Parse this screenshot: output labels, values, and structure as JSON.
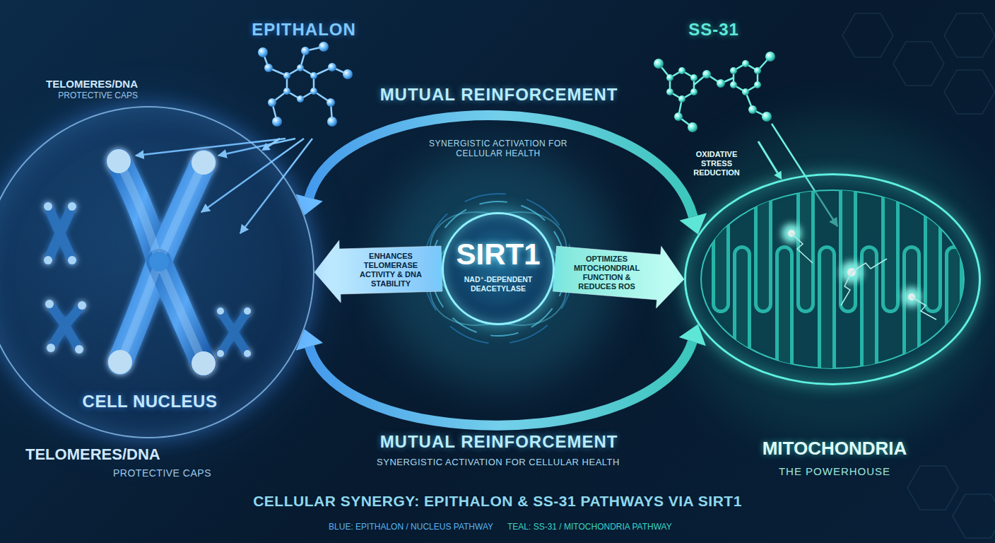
{
  "diagram": {
    "title": "CELLULAR SYNERGY: EPITHALON & SS-31 PATHWAYS VIA SIRT1",
    "nodes": [
      {
        "text": [
          "CELL NUCLEUS"
        ]
      },
      {
        "text": [
          "EPITHALON"
        ]
      },
      {
        "text": [
          "SIRT1",
          "NAD⁺-DEPENDENT DEACETYLASE"
        ]
      },
      {
        "text": [
          "SS-31"
        ]
      },
      {
        "text": [
          "MITOCHONDRIA",
          "THE POWERHOUSE"
        ]
      }
    ],
    "edges": [
      {
        "from": 1,
        "to": 0,
        "arrow": "to"
      },
      {
        "from": 0,
        "to": 4,
        "label": "MUTUAL REINFORCEMENT",
        "arrow": "both"
      },
      {
        "from": 2,
        "to": 0,
        "label": "ENHANCES TELOMERASE ACTIVITY & DNA STABILITY",
        "arrow": "to"
      },
      {
        "from": 2,
        "to": 4,
        "label": "OPTIMIZES MITOCHONDRIAL FUNCTION & REDUCES ROS",
        "arrow": "to"
      },
      {
        "from": 3,
        "to": 4,
        "arrow": "to"
      },
      {
        "from": 0,
        "to": 4,
        "label": "MUTUAL REINFORCEMENT",
        "arrow": "both"
      }
    ],
    "labels": [
      "TELOMERES/DNA",
      "PROTECTIVE CAPS",
      "SYNERGISTIC ACTIVATION FOR CELLULAR HEALTH",
      "OXIDATIVE STRESS REDUCTION",
      "SYNERGISTIC ACTIVATION FOR CELLULAR HEALTH",
      "TELOMERES/DNA",
      "PROTECTIVE CAPS",
      "BLUE: EPITHALON / NUCLEUS PATHWAY",
      "TEAL: SS-31 / MITOCHONDRIA PATHWAY"
    ]
  }
}
